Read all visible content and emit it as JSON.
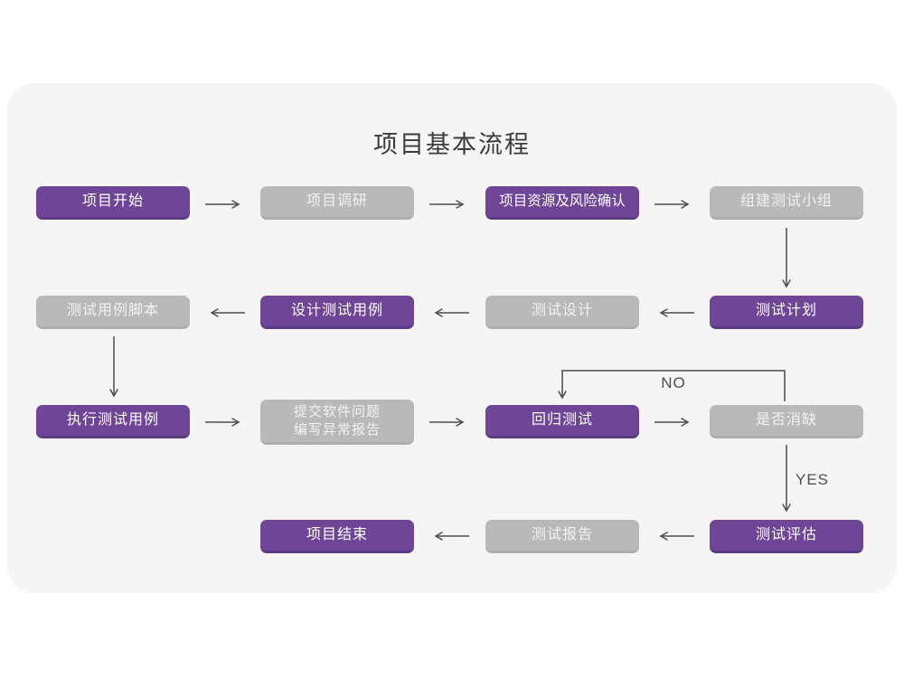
{
  "title": "项目基本流程",
  "nodes": {
    "start": {
      "label": "项目开始",
      "style": "purple"
    },
    "research": {
      "label": "项目调研",
      "style": "gray"
    },
    "risk_confirm": {
      "label": "项目资源及风险确认",
      "style": "purple"
    },
    "build_team": {
      "label": "组建测试小组",
      "style": "gray"
    },
    "test_plan": {
      "label": "测试计划",
      "style": "purple"
    },
    "test_design": {
      "label": "测试设计",
      "style": "gray"
    },
    "design_cases": {
      "label": "设计测试用例",
      "style": "purple"
    },
    "case_script": {
      "label": "测试用例脚本",
      "style": "gray"
    },
    "execute_cases": {
      "label": "执行测试用例",
      "style": "purple"
    },
    "submit_issues": {
      "line1": "提交软件问题",
      "line2": "编写异常报告",
      "style": "gray"
    },
    "regression": {
      "label": "回归测试",
      "style": "purple"
    },
    "defect_check": {
      "label": "是否消缺",
      "style": "gray"
    },
    "evaluation": {
      "label": "测试评估",
      "style": "purple"
    },
    "report": {
      "label": "测试报告",
      "style": "gray"
    },
    "end": {
      "label": "项目结束",
      "style": "purple"
    }
  },
  "edge_labels": {
    "no": "NO",
    "yes": "YES"
  },
  "colors": {
    "node_purple": "#6e4597",
    "node_purple_shadow": "#5c3a80",
    "node_gray": "#b9b9b9",
    "node_gray_shadow": "#adadad",
    "arrow": "#4d4d4d",
    "card_background": "#f5f5f6",
    "page_background": "#ffffff",
    "title_text": "#3b3b3b",
    "node_text": "#ffffff"
  }
}
